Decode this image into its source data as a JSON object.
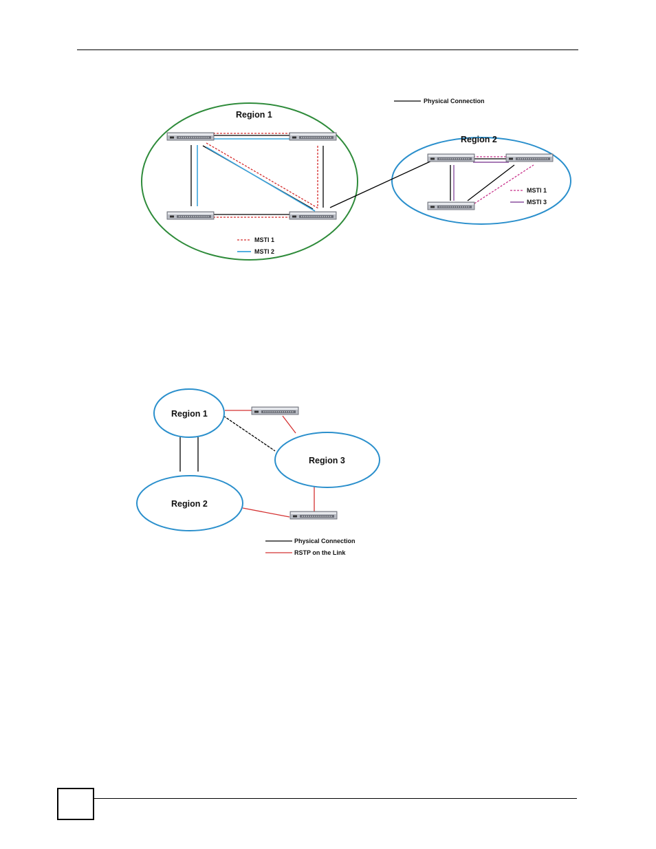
{
  "figure1": {
    "region1_label": "Region 1",
    "region2_label": "Region 2",
    "legend_physical": "Physical Connection",
    "legend_r1_msti1": "MSTI 1",
    "legend_r1_msti2": "MSTI 2",
    "legend_r2_msti1": "MSTI 1",
    "legend_r2_msti3": "MSTI 3"
  },
  "figure2": {
    "region1_label": "Region 1",
    "region2_label": "Region 2",
    "region3_label": "Region 3",
    "legend_physical": "Physical Connection",
    "legend_rstp": "RSTP on the Link"
  },
  "colors": {
    "region1_outline": "#2e8b3a",
    "region_outline_blue": "#2a8fcc",
    "msti1_red": "#d42a2a",
    "msti2_blue": "#3aa3dc",
    "msti1_magenta": "#c8308a",
    "msti3_purple": "#8a4f9e",
    "rstp_red": "#d43030",
    "physical_black": "#000000"
  }
}
